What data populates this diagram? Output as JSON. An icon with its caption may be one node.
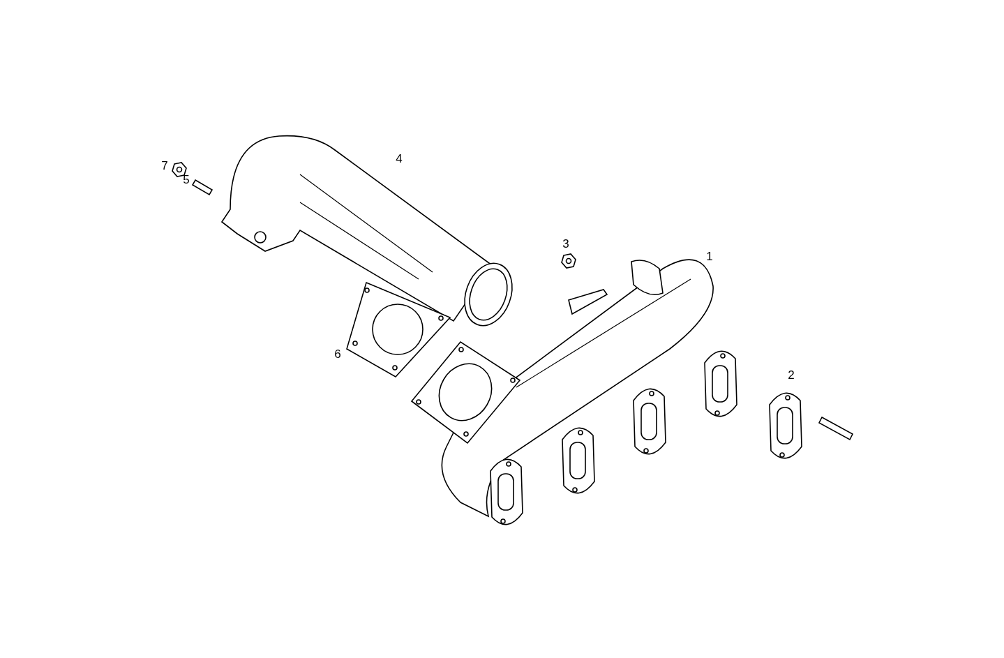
{
  "diagram": {
    "labels": [
      "4",
      "7",
      "5",
      "3",
      "1",
      "6",
      "2"
    ]
  }
}
